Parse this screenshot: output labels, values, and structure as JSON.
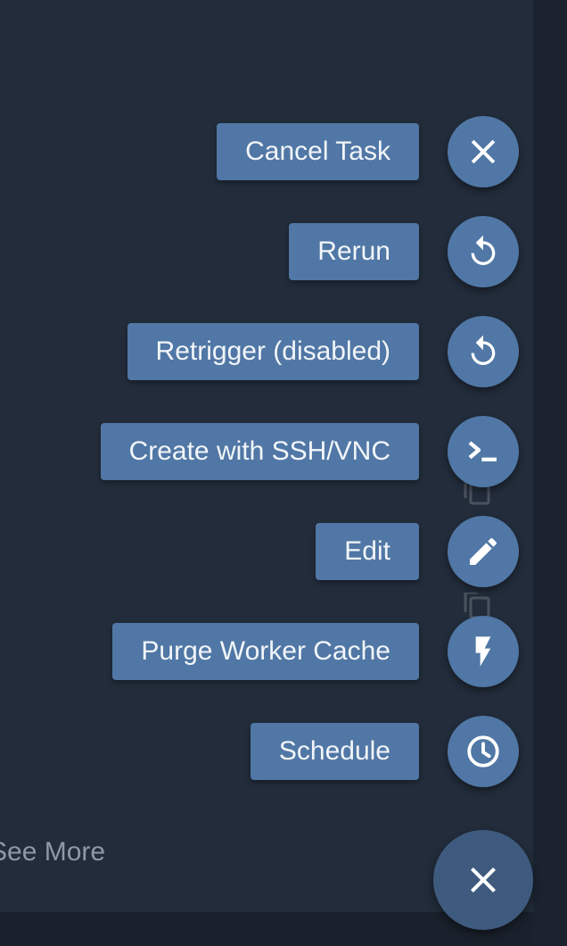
{
  "page": {
    "see_more_label": "See More"
  },
  "speed_dial": {
    "actions": [
      {
        "label": "Cancel Task",
        "icon": "close-icon"
      },
      {
        "label": "Rerun",
        "icon": "replay-icon"
      },
      {
        "label": "Retrigger (disabled)",
        "icon": "replay-icon"
      },
      {
        "label": "Create with SSH/VNC",
        "icon": "console-icon"
      },
      {
        "label": "Edit",
        "icon": "pencil-icon"
      },
      {
        "label": "Purge Worker Cache",
        "icon": "lightning-icon"
      },
      {
        "label": "Schedule",
        "icon": "clock-icon"
      }
    ],
    "toggle_icon": "close-icon"
  },
  "colors": {
    "background": "#222c3a",
    "action_button": "#5077a5",
    "main_fab": "#3e5a7e",
    "text": "#f2f5f9",
    "muted_text": "#8e98a6"
  }
}
